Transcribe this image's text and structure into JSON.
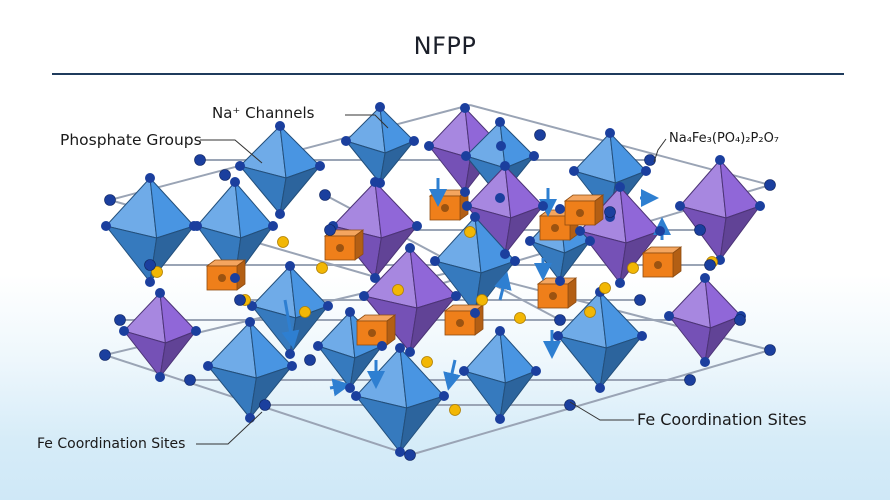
{
  "title": "NFPP",
  "labels": {
    "na_channels": "Na⁺ Channels",
    "phosphate_groups": "Phosphate Groups",
    "formula": "Na₄Fe₃(PO₄)₂P₂O₇",
    "fe_sites_right": "Fe Coordination Sites",
    "fe_sites_left": "Fe Coordination Sites"
  },
  "colors": {
    "blue_octahedron": "#3f8fe0",
    "purple_octahedron": "#8a5fd6",
    "na_cube": "#ef7f1a",
    "node": "#1b3f9e",
    "link_sphere": "#f2b705",
    "arrow": "#2e7fd1"
  }
}
